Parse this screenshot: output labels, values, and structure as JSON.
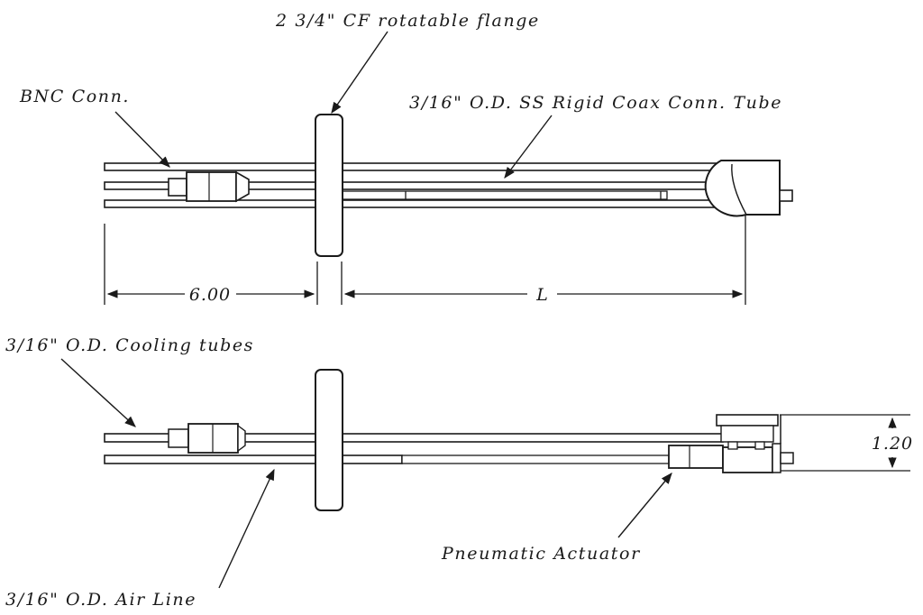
{
  "labels": {
    "flange": "2 3/4\" CF rotatable flange",
    "bnc": "BNC Conn.",
    "coax": "3/16\" O.D. SS Rigid Coax Conn. Tube",
    "cooling": "3/16\" O.D. Cooling tubes",
    "air": "3/16\" O.D. Air Line",
    "actuator": "Pneumatic Actuator"
  },
  "dimensions": {
    "left": "6.00",
    "length": "L",
    "height": "1.20"
  },
  "colors": {
    "ink": "#1a1a1a",
    "paper": "#ffffff"
  }
}
